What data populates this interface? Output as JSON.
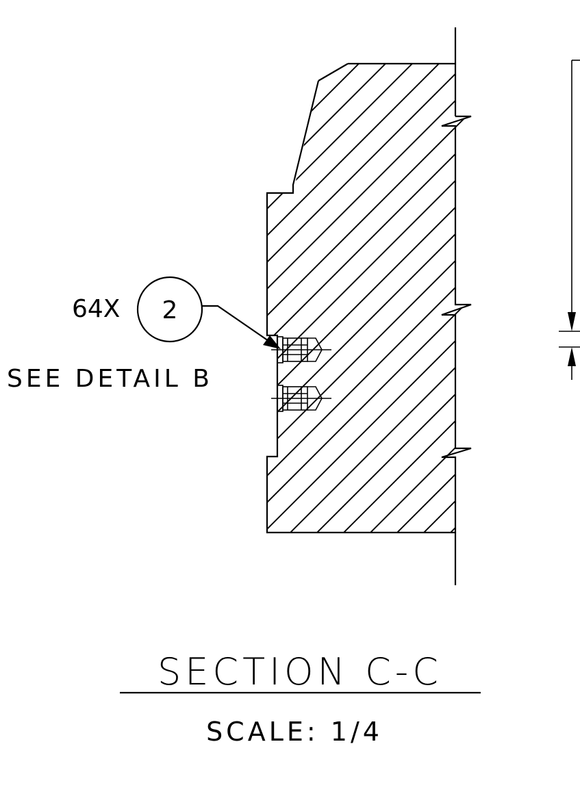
{
  "callout": {
    "quantity": "64X",
    "item_number": "2",
    "reference": "SEE DETAIL B"
  },
  "title": {
    "section": "SECTION C-C",
    "scale": "SCALE: 1/4"
  },
  "colors": {
    "line": "#000000",
    "background": "#ffffff"
  }
}
